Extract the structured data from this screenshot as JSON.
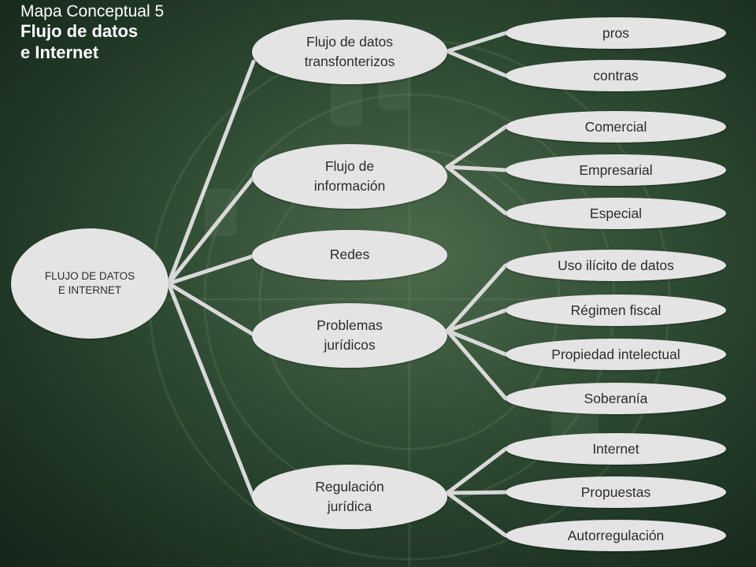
{
  "title": {
    "line1": "Mapa Conceptual 5",
    "line2": "Flujo de datos",
    "line3": "e Internet"
  },
  "root": {
    "line1": "FLUJO DE DATOS",
    "line2": "E INTERNET"
  },
  "branches": [
    {
      "line1": "Flujo de datos",
      "line2": "transfonterizos",
      "children": [
        "pros",
        "contras"
      ]
    },
    {
      "line1": "Flujo de",
      "line2": "información",
      "children": [
        "Comercial",
        "Empresarial",
        "Especial"
      ]
    },
    {
      "line1": "Redes",
      "line2": "",
      "children": []
    },
    {
      "line1": "Problemas",
      "line2": "jurídicos",
      "children": [
        "Uso ilícito de datos",
        "Régimen fiscal",
        "Propiedad intelectual",
        "Soberanía"
      ]
    },
    {
      "line1": "Regulación",
      "line2": "jurídica",
      "children": [
        "Internet",
        "Propuestas",
        "Autorregulación"
      ]
    }
  ],
  "colors": {
    "node_fill": "#e4e4e4",
    "connector": "#d9d9d9",
    "title_text": "#ffffff"
  }
}
